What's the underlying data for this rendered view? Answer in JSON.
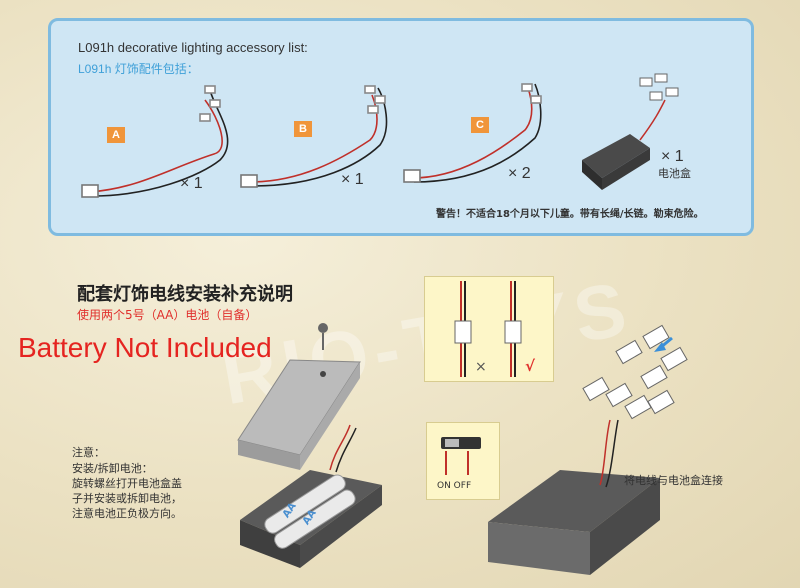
{
  "accessory_title_en": "L091h decorative lighting accessory list:",
  "accessory_title_cn": "L091h 灯饰配件包括：",
  "kits": [
    {
      "tag": "A",
      "qty": "× 1"
    },
    {
      "tag": "B",
      "qty": "× 1"
    },
    {
      "tag": "C",
      "qty": "× 2"
    }
  ],
  "battery_box_qty": "× 1",
  "battery_box_label": "电池盒",
  "warning": "警告！不适合18个月以下儿童。带有长绳/长链。勒束危险。",
  "install_title": "配套灯饰电线安装补充说明",
  "battery_requirement": "使用两个5号（AA）电池（自备）",
  "battery_not_included": "Battery Not Included",
  "notes": [
    "注意：",
    "安装/拆卸电池：",
    "旋转螺丝打开电池盒盖",
    "子并安装或拆卸电池，",
    "注意电池正负极方向。"
  ],
  "battery_label": "AA",
  "switch_label": "ON OFF",
  "connect_label": "将电线与电池盒连接",
  "wrong_mark": "×",
  "right_mark": "√",
  "watermark": "RIO-TOYS"
}
